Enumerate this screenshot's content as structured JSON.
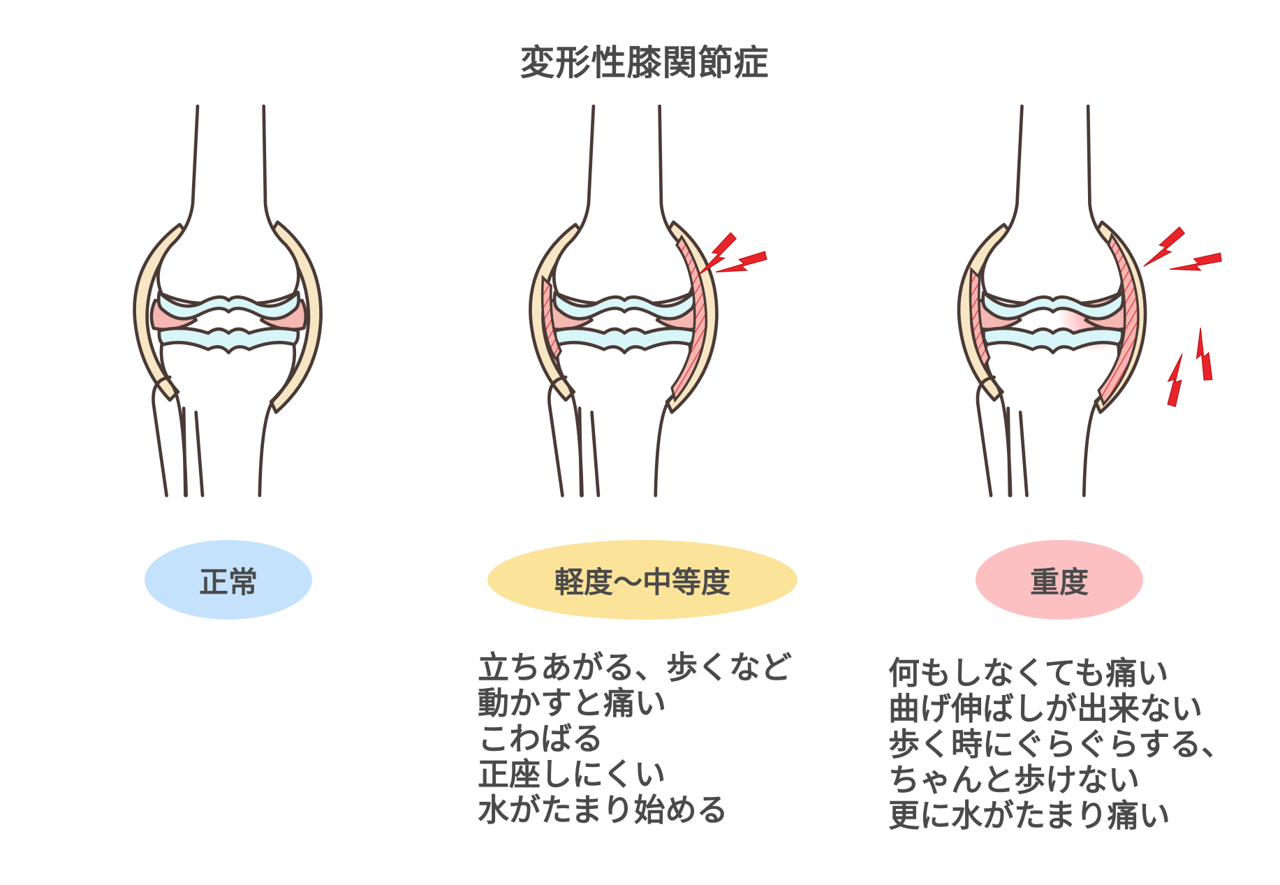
{
  "title": "変形性膝関節症",
  "stages": [
    {
      "label": "正常",
      "color": "#c4e2fb",
      "symptoms": []
    },
    {
      "label": "軽度～中等度",
      "color": "#fbe39a",
      "symptoms": [
        "立ちあがる、歩くなど",
        "動かすと痛い",
        "こわばる",
        "正座しにくい",
        "水がたまり始める"
      ]
    },
    {
      "label": "重度",
      "color": "#fcc0c3",
      "symptoms": [
        "何もしなくても痛い",
        "曲げ伸ばしが出来ない",
        "歩く時にぐらぐらする、",
        "ちゃんと歩けない",
        "更に水がたまり痛い"
      ]
    }
  ],
  "colors": {
    "outline": "#4a3a36",
    "cartilage": "#d8f5f8",
    "meniscus": "#f4b7b2",
    "capsule": "#f7e6c4",
    "pain": "#e8242a"
  },
  "icons": [
    "knee-normal",
    "knee-moderate",
    "knee-severe",
    "pain-lightning-icon"
  ]
}
